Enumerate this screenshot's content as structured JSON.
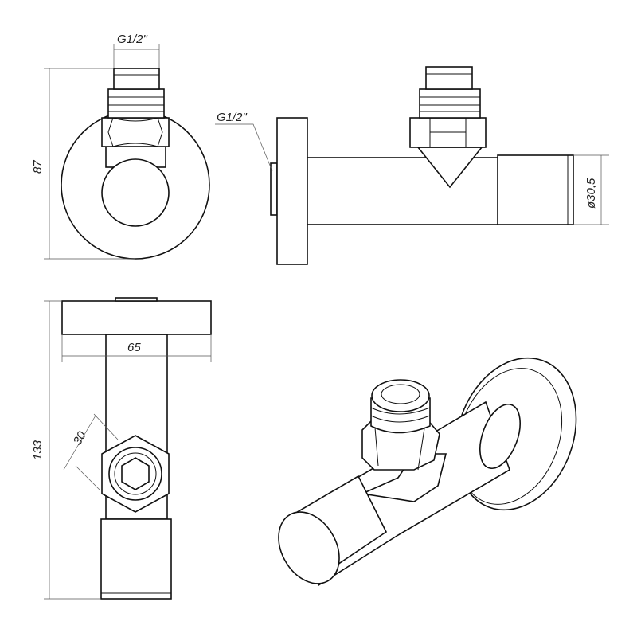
{
  "drawing": {
    "front_view": {
      "thread_label": "G1/2\"",
      "height_label": "87"
    },
    "side_view": {
      "thread_label": "G1/2\"",
      "diameter_label": "ø30,5"
    },
    "bottom_view": {
      "width_label": "65",
      "length_label": "133",
      "nut_label": "30"
    }
  }
}
